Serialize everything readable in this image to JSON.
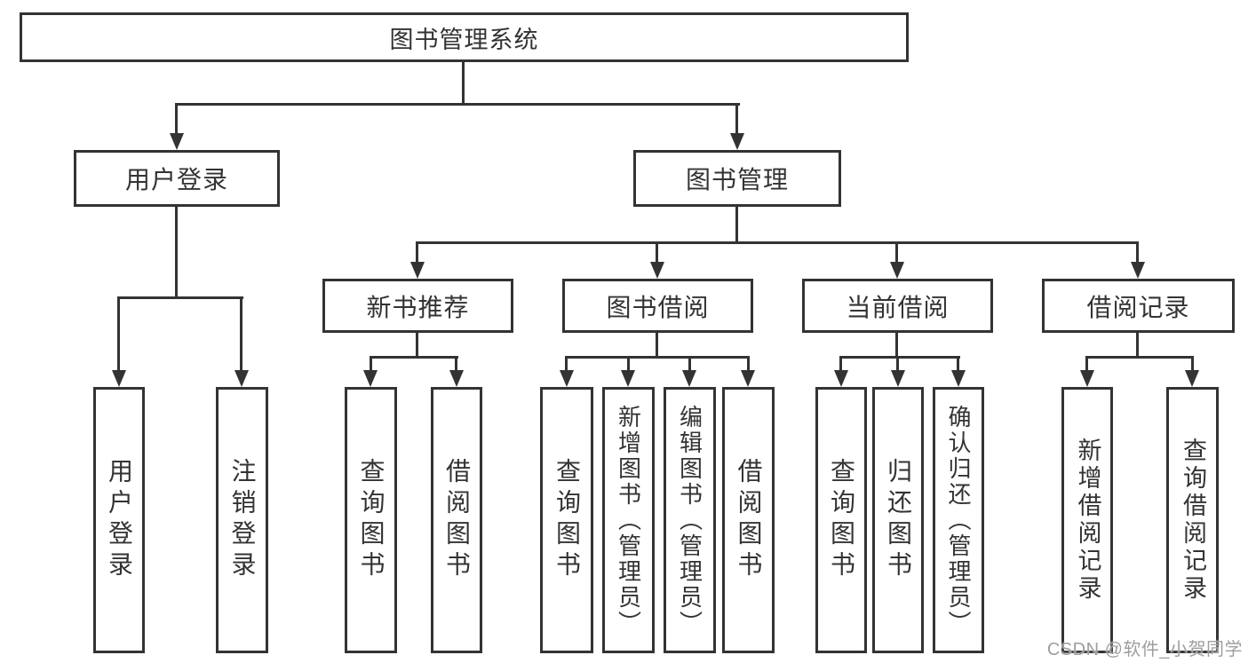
{
  "root": {
    "label": "图书管理系统"
  },
  "level2": [
    {
      "label": "用户登录"
    },
    {
      "label": "图书管理"
    }
  ],
  "level3": [
    {
      "label": "新书推荐",
      "parent": "图书管理"
    },
    {
      "label": "图书借阅",
      "parent": "图书管理"
    },
    {
      "label": "当前借阅",
      "parent": "图书管理"
    },
    {
      "label": "借阅记录",
      "parent": "图书管理"
    }
  ],
  "leaves": [
    {
      "label": "用户登录",
      "parent": "用户登录"
    },
    {
      "label": "注销登录",
      "parent": "用户登录"
    },
    {
      "label": "查询图书",
      "parent": "新书推荐"
    },
    {
      "label": "借阅图书",
      "parent": "新书推荐"
    },
    {
      "label": "查询图书",
      "parent": "图书借阅"
    },
    {
      "label": "新增图书（管理员）",
      "parent": "图书借阅"
    },
    {
      "label": "编辑图书（管理员）",
      "parent": "图书借阅"
    },
    {
      "label": "借阅图书",
      "parent": "图书借阅"
    },
    {
      "label": "查询图书",
      "parent": "当前借阅"
    },
    {
      "label": "归还图书",
      "parent": "当前借阅"
    },
    {
      "label": "确认归还（管理员）",
      "parent": "当前借阅"
    },
    {
      "label": "新增借阅记录",
      "parent": "借阅记录"
    },
    {
      "label": "查询借阅记录",
      "parent": "借阅记录"
    }
  ],
  "watermark": "CSDN @软件_小贺同学",
  "colors": {
    "line": "#333333",
    "text": "#333333",
    "background": "#ffffff",
    "watermark": "#9e9e9e"
  }
}
